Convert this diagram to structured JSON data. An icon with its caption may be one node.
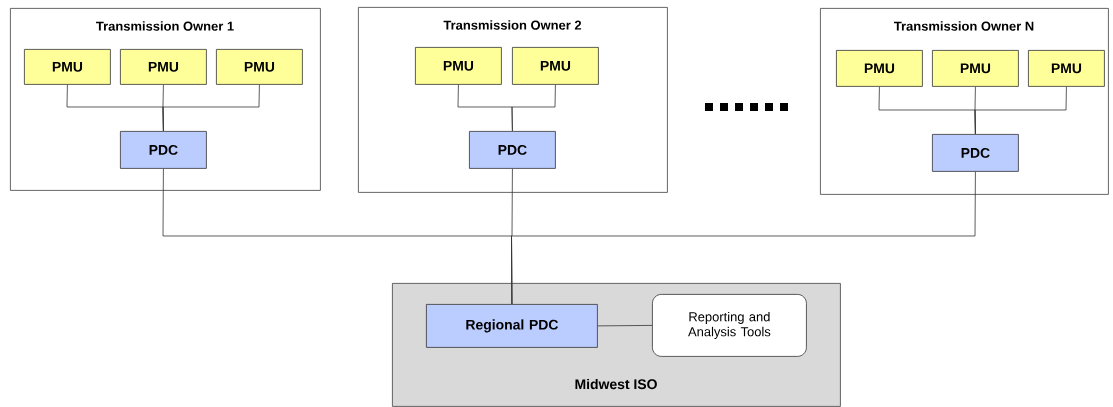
{
  "diagram": {
    "nodes": [
      {
        "text": [
          "Transmission Owner 1"
        ]
      },
      {
        "text": [
          "PMU"
        ],
        "in": 0
      },
      {
        "text": [
          "PMU"
        ],
        "in": 0
      },
      {
        "text": [
          "PMU"
        ],
        "in": 0
      },
      {
        "text": [
          "PDC"
        ],
        "in": 0
      },
      {
        "text": [
          "Transmission Owner 2"
        ]
      },
      {
        "text": [
          "PMU"
        ],
        "in": 5
      },
      {
        "text": [
          "PMU"
        ],
        "in": 5
      },
      {
        "text": [
          "PDC"
        ],
        "in": 5
      },
      {
        "text": [
          "Transmission Owner N"
        ]
      },
      {
        "text": [
          "PMU"
        ],
        "in": 9
      },
      {
        "text": [
          "PMU"
        ],
        "in": 9
      },
      {
        "text": [
          "PMU"
        ],
        "in": 9
      },
      {
        "text": [
          "PDC"
        ],
        "in": 9
      },
      {
        "text": [
          "Midwest ISO"
        ]
      },
      {
        "text": [
          "Regional PDC"
        ],
        "in": 14
      },
      {
        "text": [
          "Reporting and Analysis Tools"
        ],
        "in": 14
      }
    ],
    "edges": [
      {
        "from": 1,
        "to": 4,
        "arrow": "none"
      },
      {
        "from": 2,
        "to": 4,
        "arrow": "none"
      },
      {
        "from": 3,
        "to": 4,
        "arrow": "none"
      },
      {
        "from": 6,
        "to": 8,
        "arrow": "none"
      },
      {
        "from": 7,
        "to": 8,
        "arrow": "none"
      },
      {
        "from": 10,
        "to": 13,
        "arrow": "none"
      },
      {
        "from": 11,
        "to": 13,
        "arrow": "none"
      },
      {
        "from": 12,
        "to": 13,
        "arrow": "none"
      },
      {
        "from": 4,
        "to": 15,
        "arrow": "none"
      },
      {
        "from": 8,
        "to": 15,
        "arrow": "none"
      },
      {
        "from": 13,
        "to": 15,
        "arrow": "none"
      },
      {
        "from": 15,
        "to": 16,
        "arrow": "none"
      }
    ]
  }
}
